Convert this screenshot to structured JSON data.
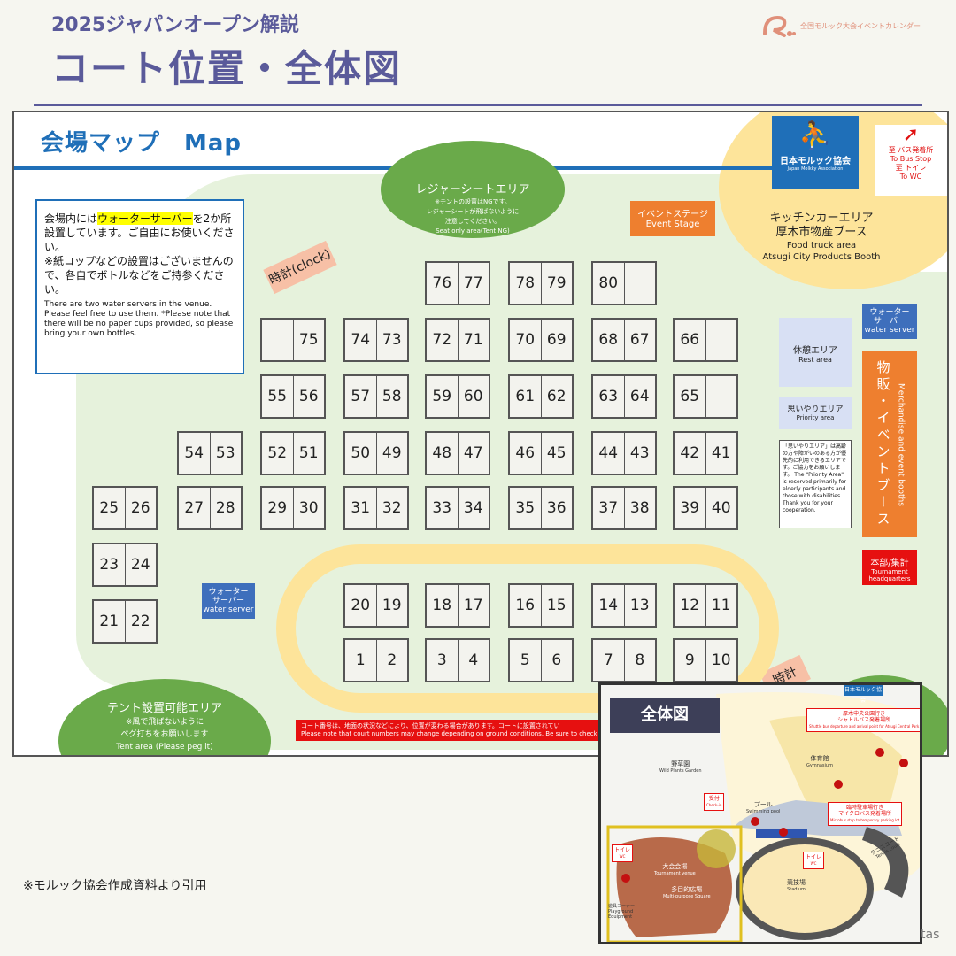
{
  "header": {
    "subtitle": "2025ジャパンオープン解説",
    "title": "コート位置・全体図",
    "brand_text": "全国モルック大会イベントカレンダー"
  },
  "map": {
    "title": "会場マップ　Map",
    "seat_area": {
      "title": "レジャーシートエリア",
      "note1": "※テントの設置はNGです。",
      "note2": "レジャーシートが飛ばないように",
      "note3": "注意してください。",
      "note4": "Seat only area(Tent NG)"
    },
    "tent_area": {
      "title": "テント設置可能エリア",
      "note1": "※風で飛ばないように",
      "note2": "ペグ打ちをお願いします",
      "note3": "Tent area (Please peg it)"
    },
    "association": {
      "name": "日本モルック協会",
      "name_en": "Japan Molkky Association"
    },
    "kitchen": {
      "line1": "キッチンカーエリア",
      "line2": "厚木市物産ブース",
      "line3": "Food truck area",
      "line4": "Atsugi City Products Booth"
    },
    "bus": {
      "line1": "至 バス発着所",
      "line2": "To Bus Stop",
      "line3": "至 トイレ",
      "line4": "To WC"
    },
    "event_stage": {
      "jp": "イベントステージ",
      "en": "Event Stage"
    },
    "clock_label": "時計(clock)",
    "clock_label_right": "時計",
    "notice": {
      "jp_prefix": "会場内には",
      "jp_highlight": "ウォーターサーバー",
      "jp_rest": "を2か所設置しています。ご自由にお使いください。",
      "jp_line2": "※紙コップなどの設置はございませんので、各自でボトルなどをご持参ください。",
      "en": "There are two water servers in the venue. Please feel free to use them. *Please note that there will be no paper cups provided, so please bring your own bottles."
    },
    "water_server": {
      "jp1": "ウォーター",
      "jp2": "サーバー",
      "en": "water server"
    },
    "rest_area": {
      "jp": "休憩エリア",
      "en": "Rest area"
    },
    "priority_area": {
      "jp": "思いやりエリア",
      "en": "Priority area",
      "note": "「思いやりエリア」は高齢の方や障がいのある方が優先的に利用できるエリアです。ご協力をお願いします。 The \"Priority Area\" is reserved primarily for elderly participants and those with disabilities. Thank you for your cooperation."
    },
    "merchandise": {
      "jp": "物販・イベントブース",
      "en": "Merchandise and event booths"
    },
    "headquarters": {
      "jp": "本部/集計",
      "en": "Tournament headquarters"
    },
    "court_notice": {
      "jp": "コート番号は、地面の状況などにより、位置が変わる場合があります。コートに設置されてい",
      "en": "Please note that court numbers may change depending on ground conditions. Be sure to check"
    },
    "courts": [
      {
        "a": "76",
        "b": "77"
      },
      {
        "a": "78",
        "b": "79"
      },
      {
        "a": "80",
        "b": ""
      },
      {
        "a": "",
        "b": "75"
      },
      {
        "a": "74",
        "b": "73"
      },
      {
        "a": "72",
        "b": "71"
      },
      {
        "a": "70",
        "b": "69"
      },
      {
        "a": "68",
        "b": "67"
      },
      {
        "a": "66",
        "b": ""
      },
      {
        "a": "55",
        "b": "56"
      },
      {
        "a": "57",
        "b": "58"
      },
      {
        "a": "59",
        "b": "60"
      },
      {
        "a": "61",
        "b": "62"
      },
      {
        "a": "63",
        "b": "64"
      },
      {
        "a": "65",
        "b": ""
      },
      {
        "a": "54",
        "b": "53"
      },
      {
        "a": "52",
        "b": "51"
      },
      {
        "a": "50",
        "b": "49"
      },
      {
        "a": "48",
        "b": "47"
      },
      {
        "a": "46",
        "b": "45"
      },
      {
        "a": "44",
        "b": "43"
      },
      {
        "a": "42",
        "b": "41"
      },
      {
        "a": "25",
        "b": "26"
      },
      {
        "a": "27",
        "b": "28"
      },
      {
        "a": "29",
        "b": "30"
      },
      {
        "a": "31",
        "b": "32"
      },
      {
        "a": "33",
        "b": "34"
      },
      {
        "a": "35",
        "b": "36"
      },
      {
        "a": "37",
        "b": "38"
      },
      {
        "a": "39",
        "b": "40"
      },
      {
        "a": "23",
        "b": "24"
      },
      {
        "a": "21",
        "b": "22"
      },
      {
        "a": "20",
        "b": "19"
      },
      {
        "a": "18",
        "b": "17"
      },
      {
        "a": "16",
        "b": "15"
      },
      {
        "a": "14",
        "b": "13"
      },
      {
        "a": "12",
        "b": "11"
      },
      {
        "a": "1",
        "b": "2"
      },
      {
        "a": "3",
        "b": "4"
      },
      {
        "a": "5",
        "b": "6"
      },
      {
        "a": "7",
        "b": "8"
      },
      {
        "a": "9",
        "b": "10"
      }
    ]
  },
  "inset": {
    "label": "全体図",
    "logo": "日本モルック協会",
    "wild_garden": {
      "jp": "野草園",
      "en": "Wild Plants Garden"
    },
    "gym": {
      "jp": "体育館",
      "en": "Gymnasium"
    },
    "pool": {
      "jp": "プール",
      "en": "Swimming pool"
    },
    "stadium": {
      "jp": "競技場",
      "en": "Stadium"
    },
    "tennis": {
      "jp": "テニスコート",
      "en": "Tennis court"
    },
    "venue": {
      "jp": "大会会場",
      "en": "Tournament venue"
    },
    "square": {
      "jp": "多目的広場",
      "en": "Multi-purpose Square"
    },
    "playground": "遊具コーナー Playground Equipment",
    "callout_shuttle": {
      "l1": "厚木中央公園行き",
      "l2": "シャトルバス発着場所",
      "l3": "Shuttle bus departure and arrival point for Atsugi Central Park"
    },
    "callout_checkin": {
      "jp": "受付",
      "en": "Check-in"
    },
    "callout_micro": {
      "l1": "臨時駐車場行き",
      "l2": "マイクロバス発着場所",
      "l3": "Microbus stop to temporary parking lot"
    },
    "callout_wc1": {
      "jp": "トイレ",
      "en": "WC"
    },
    "callout_wc2": {
      "jp": "トイレ",
      "en": "WC"
    }
  },
  "footer": {
    "citation": "※モルック協会作成資料より引用",
    "credit": "tas"
  }
}
